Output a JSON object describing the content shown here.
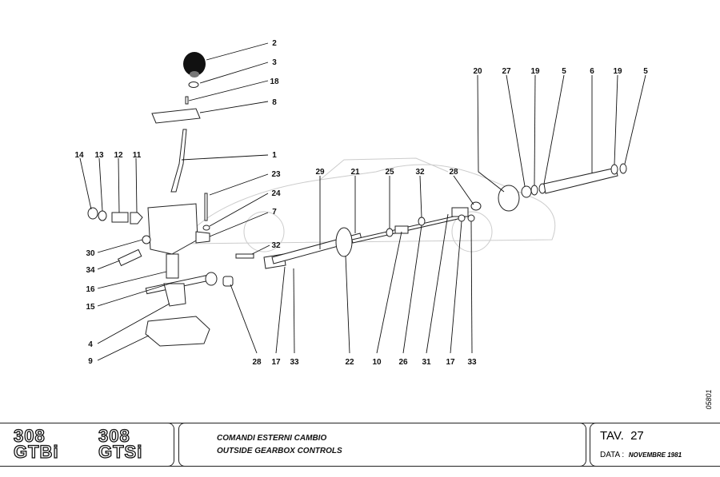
{
  "drawing_code": "05801",
  "callouts": {
    "c2": "2",
    "c3": "3",
    "c18": "18",
    "c8": "8",
    "c1": "1",
    "c23": "23",
    "c24": "24",
    "c7": "7",
    "c32a": "32",
    "c14": "14",
    "c13": "13",
    "c12": "12",
    "c11": "11",
    "c30": "30",
    "c34": "34",
    "c16": "16",
    "c15": "15",
    "c4": "4",
    "c9": "9",
    "c28a": "28",
    "c17a": "17",
    "c33a": "33",
    "c29": "29",
    "c21": "21",
    "c25": "25",
    "c32b": "32",
    "c28b": "28",
    "c20": "20",
    "c27": "27",
    "c19a": "19",
    "c5a": "5",
    "c6": "6",
    "c19b": "19",
    "c5b": "5",
    "c22": "22",
    "c10": "10",
    "c26": "26",
    "c31": "31",
    "c17b": "17",
    "c33b": "33"
  },
  "title_block": {
    "logo": {
      "line1a": "308",
      "line2a": "GTBi",
      "line1b": "308",
      "line2b": "GTSi"
    },
    "title_it": "COMANDI ESTERNI CAMBIO",
    "title_en": "OUTSIDE GEARBOX CONTROLS",
    "tav_label": "TAV.",
    "tav_number": "27",
    "date_label": "DATA :",
    "date_value": "NOVEMBRE 1981"
  }
}
